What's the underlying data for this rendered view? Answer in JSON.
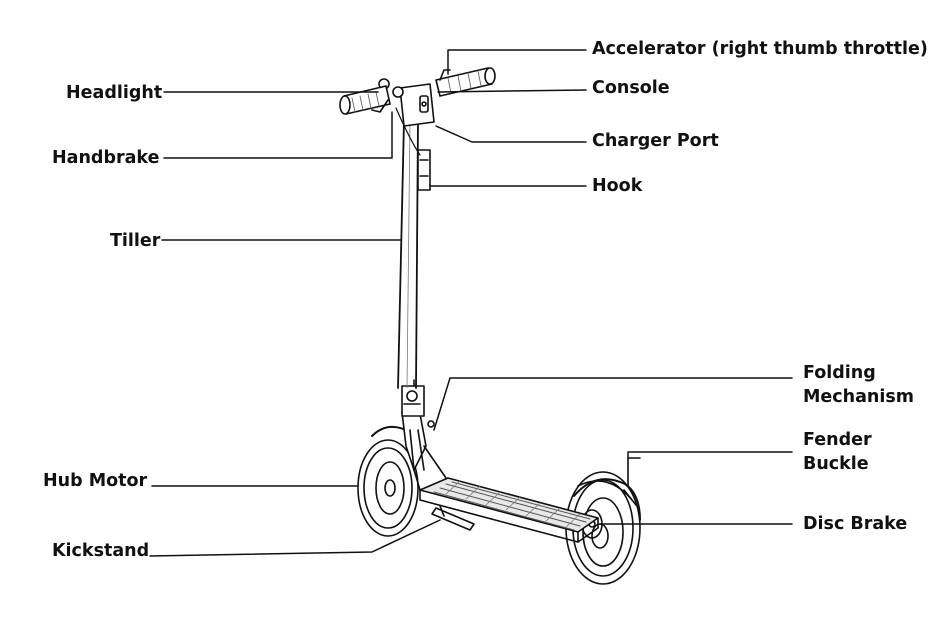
{
  "diagram": {
    "labels": {
      "accelerator": "Accelerator (right thumb throttle)",
      "console": "Console",
      "charger_port": "Charger Port",
      "hook": "Hook",
      "headlight": "Headlight",
      "handbrake": "Handbrake",
      "tiller": "Tiller",
      "folding_mechanism_1": "Folding",
      "folding_mechanism_2": "Mechanism",
      "fender_buckle_1": "Fender",
      "fender_buckle_2": "Buckle",
      "hub_motor": "Hub Motor",
      "disc_brake": "Disc Brake",
      "kickstand": "Kickstand"
    },
    "colors": {
      "line": "#111111",
      "fill": "#ffffff",
      "deck_fill": "#e8e8e8"
    }
  }
}
